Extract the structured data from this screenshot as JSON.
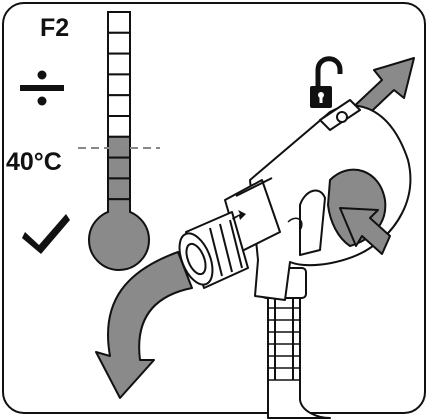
{
  "illustration": {
    "mode_label": "F2",
    "temperature_label": "40°C",
    "thermometer": {
      "segments_total": 10,
      "segments_filled": 4
    },
    "icons": {
      "divide": "divide-icon",
      "check": "checkmark-icon",
      "unlock": "unlock-padlock-icon",
      "pull_arrow": "up-right-arrow-icon",
      "rotate_arrow": "curved-down-arrow-icon"
    },
    "colors": {
      "line": "#111111",
      "fill_gray": "#8a8a8a",
      "dashed": "#888888"
    }
  }
}
